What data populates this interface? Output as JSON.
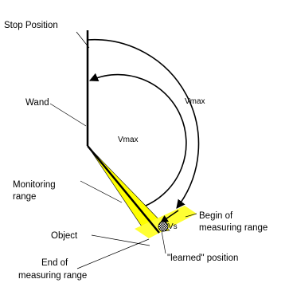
{
  "labels": {
    "stop_position": "Stop Position",
    "wand": "Wand",
    "vmax_outer": "Vmax",
    "vmax_inner": "Vmax",
    "monitoring_range_line1": "Monitoring",
    "monitoring_range_line2": "range",
    "begin_measuring_line1": "Begin of",
    "begin_measuring_line2": "measuring range",
    "vs": "Vs",
    "object": "Object",
    "end_measuring_line1": "End of",
    "end_measuring_line2": "measuring range",
    "learned_position": "\"learned\" position"
  },
  "colors": {
    "monitoring_range_fill": "#ffff00",
    "measuring_range_fill": "#ffff33",
    "line": "#000000"
  }
}
